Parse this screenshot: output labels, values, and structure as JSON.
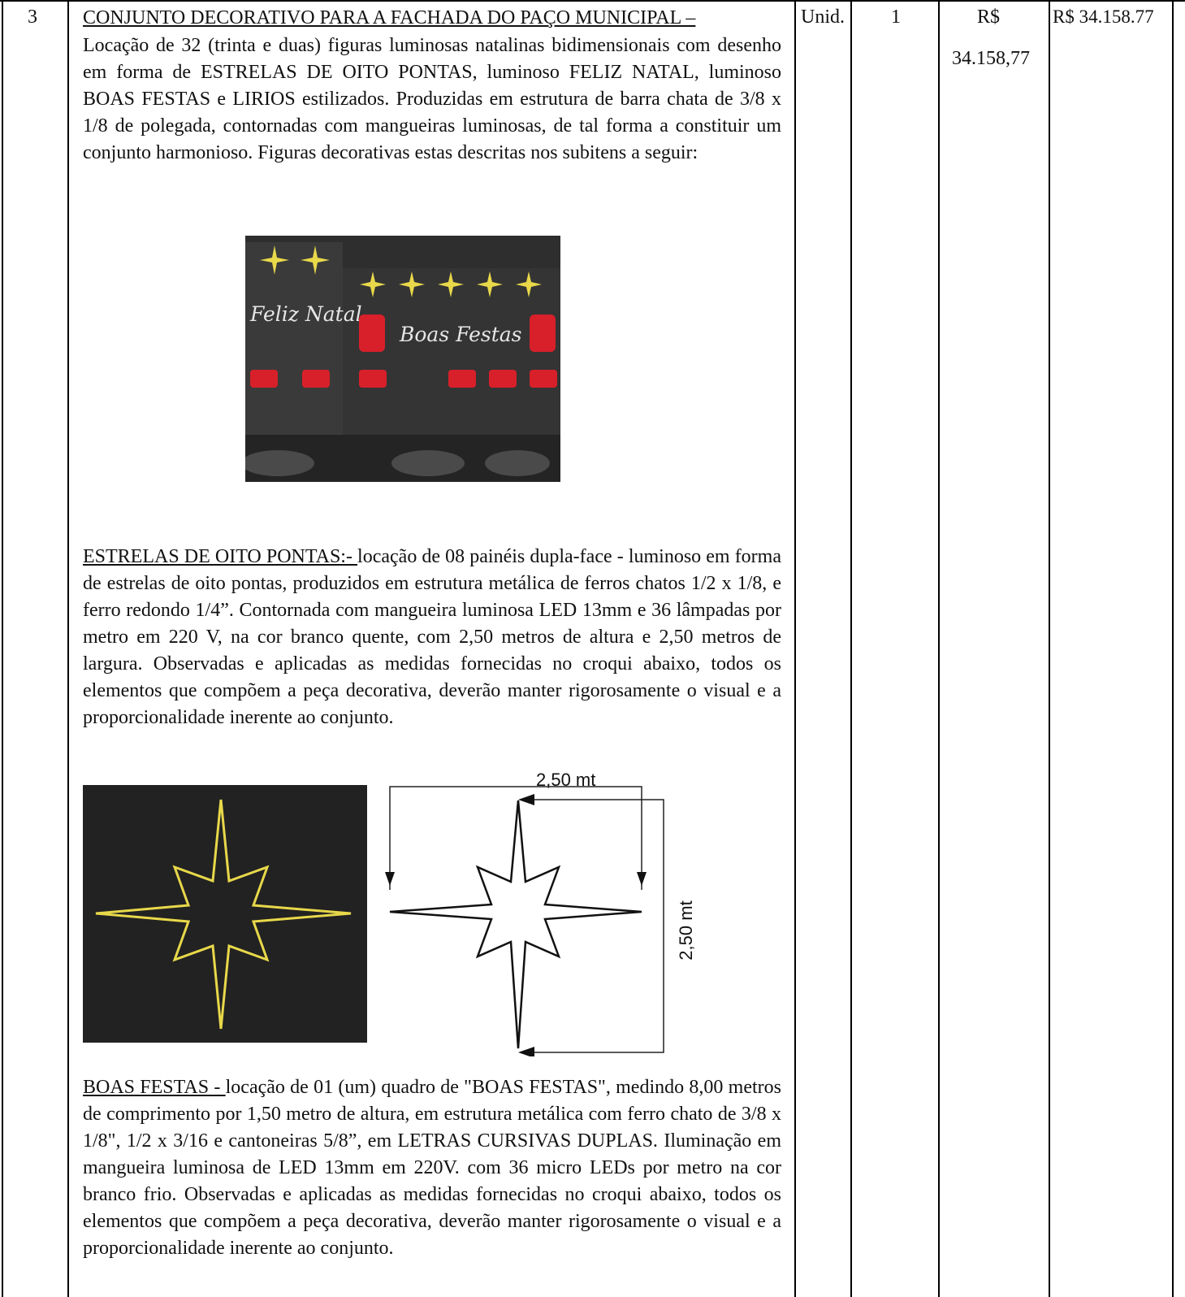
{
  "row": {
    "item_number": "3",
    "unit": "Unid.",
    "quantity": "1",
    "unit_price_line1": "R$",
    "unit_price_line2": "34.158,77",
    "total_price": "R$ 34.158.77"
  },
  "description": {
    "title": "CONJUNTO DECORATIVO PARA A FACHADA DO PAÇO MUNICIPAL –",
    "intro": "Locação de 32 (trinta e duas) figuras luminosas natalinas bidimensionais com desenho em forma de ESTRELAS DE OITO PONTAS, luminoso FELIZ NATAL, luminoso BOAS FESTAS e LIRIOS estilizados. Produzidas em estrutura de barra chata de 3/8 x 1/8 de polegada, contornadas com mangueiras luminosas, de tal forma a constituir um conjunto harmonioso. Figuras decorativas estas descritas nos subitens a seguir:",
    "photo_sign_left": "Feliz Natal",
    "photo_sign_right": "Boas Festas",
    "stars_heading": "ESTRELAS DE OITO PONTAS:- ",
    "stars_text": "locação de 08 painéis dupla-face - luminoso em forma de estrelas de oito pontas, produzidos em estrutura metálica de ferros chatos 1/2 x 1/8, e ferro redondo 1/4”. Contornada com mangueira luminosa LED 13mm e 36 lâmpadas por metro em 220 V, na cor branco quente, com 2,50 metros de altura e 2,50 metros de largura. Observadas e aplicadas as medidas fornecidas no croqui abaixo, todos os elementos que compõem a peça decorativa, deverão manter rigorosamente o visual e a proporcionalidade inerente ao conjunto.",
    "croqui_width_label": "2,50 mt",
    "croqui_height_label": "2,50 mt",
    "boas_heading": "BOAS FESTAS - ",
    "boas_text": "locação de 01 (um) quadro de \"BOAS FESTAS\", medindo 8,00 metros de comprimento por 1,50 metro de altura, em estrutura metálica com ferro chato de 3/8 x 1/8\", 1/2 x 3/16 e cantoneiras 5/8”, em LETRAS CURSIVAS DUPLAS. Iluminação em mangueira luminosa de LED 13mm em 220V. com 36 micro LEDs por metro na cor branco frio. Observadas e aplicadas as medidas fornecidas no croqui abaixo, todos os elementos que compõem a peça decorativa, deverão manter rigorosamente o visual e a proporcionalidade inerente ao conjunto."
  },
  "colors": {
    "warm_star": "#e8d84a",
    "lily_red": "#d8202a",
    "photo_bg": "#2b2b2b"
  }
}
